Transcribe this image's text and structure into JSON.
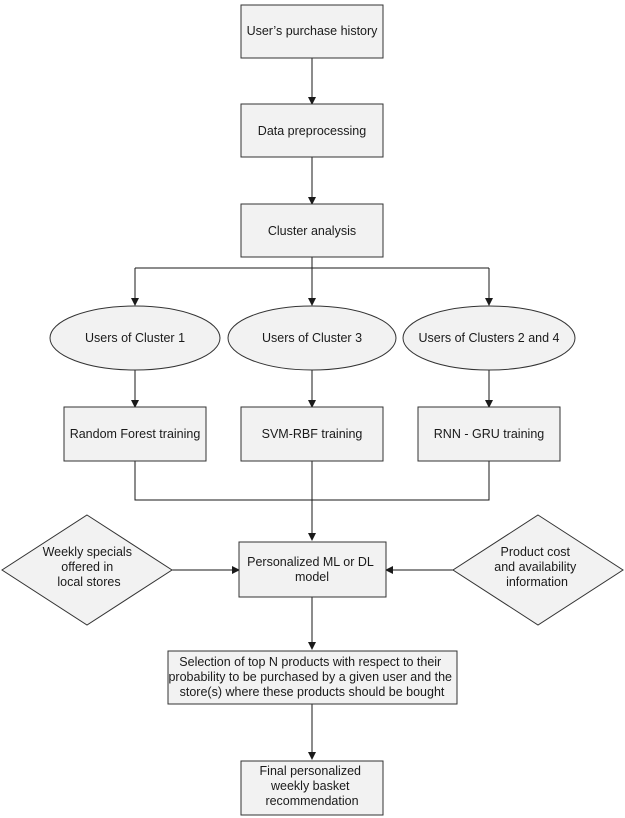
{
  "nodes": {
    "purchase_history": {
      "lines": [
        "User’s purchase history"
      ]
    },
    "preprocessing": {
      "lines": [
        "Data preprocessing"
      ]
    },
    "cluster_analysis": {
      "lines": [
        "Cluster analysis"
      ]
    },
    "cluster1": {
      "lines": [
        "Users of Cluster 1"
      ]
    },
    "cluster3": {
      "lines": [
        "Users of Cluster 3"
      ]
    },
    "cluster24": {
      "lines": [
        "Users of Clusters 2 and 4"
      ]
    },
    "rf_training": {
      "lines": [
        "Random Forest training"
      ]
    },
    "svm_training": {
      "lines": [
        "SVM-RBF training"
      ]
    },
    "rnn_training": {
      "lines": [
        "RNN - GRU training"
      ]
    },
    "weekly_specials": {
      "lines": [
        "Weekly specials",
        "offered in",
        "local stores"
      ]
    },
    "personalized_model": {
      "lines": [
        "Personalized ML or DL",
        "model"
      ]
    },
    "product_cost": {
      "lines": [
        "Product cost",
        "and availability",
        "information"
      ]
    },
    "top_n_selection": {
      "lines": [
        "Selection of top N products with respect to their",
        "probability to be purchased by a given user and the",
        "store(s) where these products should be bought"
      ]
    },
    "final_recommendation": {
      "lines": [
        "Final personalized",
        "weekly basket",
        "recommendation"
      ]
    }
  },
  "colors": {
    "shape_fill": "#f2f2f2",
    "shape_stroke": "#333333",
    "edge": "#1a1a1a",
    "text": "#1a1a1a"
  }
}
